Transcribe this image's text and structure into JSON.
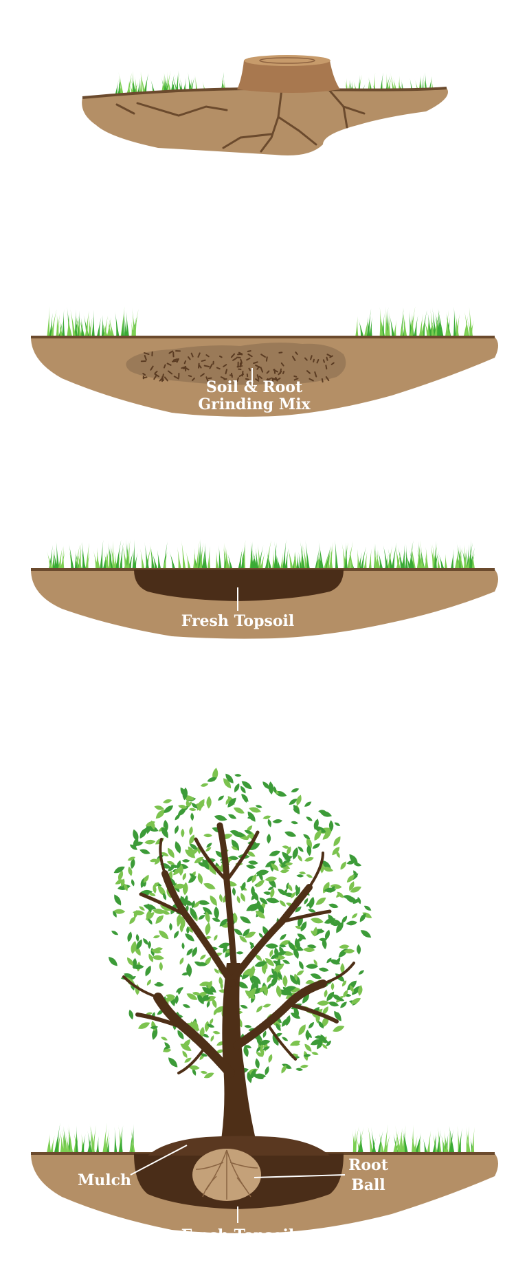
{
  "panels": [
    {
      "id": "stump",
      "labels": {}
    },
    {
      "id": "grinding",
      "labels": {
        "mix_line1": "Soil & Root",
        "mix_line2": "Grinding Mix"
      }
    },
    {
      "id": "topsoil",
      "labels": {
        "topsoil": "Fresh Topsoil"
      }
    },
    {
      "id": "tree",
      "labels": {
        "mulch": "Mulch",
        "root_line1": "Root",
        "root_line2": "Ball",
        "topsoil": "Fresh Topsoil"
      }
    }
  ],
  "colors": {
    "soil": "#b48f66",
    "soil_edge": "#6b4a2d",
    "dark_soil": "#4a2d18",
    "stump": "#a8784f",
    "stump_top": "#c79b6b",
    "mix": "#9a7a58",
    "grass": "#3aaa35",
    "grass_light": "#7ccf52",
    "trunk": "#4e2f17",
    "leaf": "#3c9b38",
    "leaf_light": "#7cc34f",
    "rootball": "#c4a179"
  }
}
